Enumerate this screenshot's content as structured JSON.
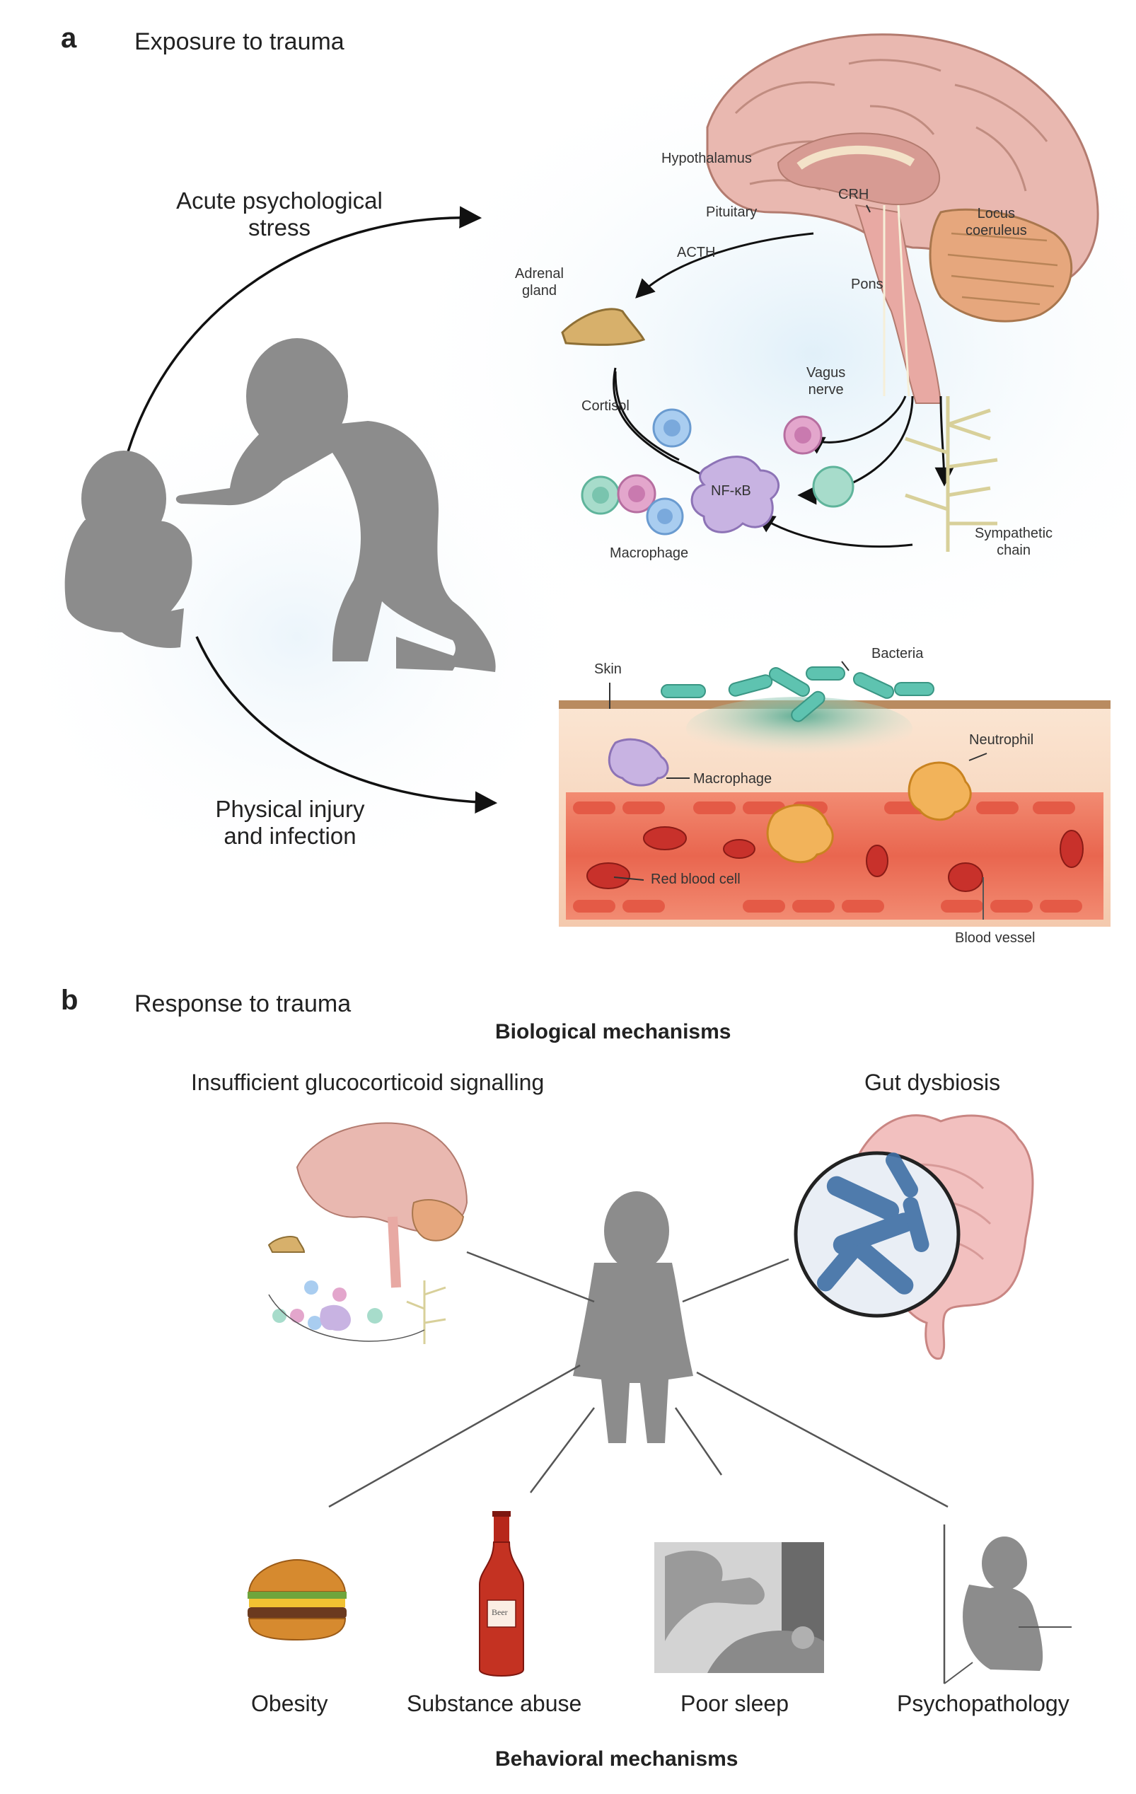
{
  "panel_a": {
    "letter": "a",
    "title": "Exposure to trauma",
    "arrow_top_label": [
      "Acute psychological",
      "stress"
    ],
    "arrow_bottom_label": [
      "Physical injury",
      "and infection"
    ],
    "brain_labels": {
      "hypothalamus": "Hypothalamus",
      "crh": "CRH",
      "pituitary": "Pituitary",
      "locus": [
        "Locus",
        "coeruleus"
      ],
      "acth": "ACTH",
      "adrenal": [
        "Adrenal",
        "gland"
      ],
      "pons": "Pons",
      "vagus": [
        "Vagus",
        "nerve"
      ],
      "cortisol": "Cortisol",
      "nfkb": "NF-κB",
      "macrophage": "Macrophage",
      "sympathetic": [
        "Sympathetic",
        "chain"
      ]
    },
    "skin_labels": {
      "skin": "Skin",
      "bacteria": "Bacteria",
      "neutrophil": "Neutrophil",
      "macrophage": "Macrophage",
      "rbc": "Red blood cell",
      "vessel": "Blood vessel"
    }
  },
  "panel_b": {
    "letter": "b",
    "title": "Response to trauma",
    "bio_heading": "Biological mechanisms",
    "glucocorticoid": "Insufficient glucocorticoid signalling",
    "gut": "Gut dysbiosis",
    "beer_label": "Beer",
    "behaviors": [
      "Obesity",
      "Substance abuse",
      "Poor sleep",
      "Psychopathology"
    ],
    "behav_heading": "Behavioral mechanisms"
  },
  "colors": {
    "silhouette": "#8c8c8c",
    "brain_pink": "#e9b8b0",
    "cerebellum": "#e0a47e",
    "skin": "#b98b60",
    "vessel": "#e45a46",
    "rbc": "#c8312b",
    "macrophage": "#b8a4d6",
    "neutrophil": "#f2b35a",
    "bacteria": "#5ec3b0",
    "gut_blue": "#3f6fa5"
  }
}
